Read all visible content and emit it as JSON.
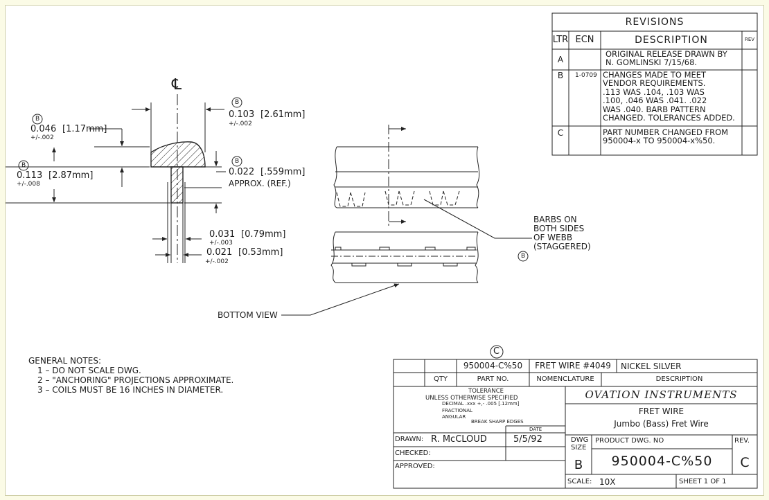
{
  "revisions": {
    "title": "REVISIONS",
    "headers": {
      "ltr": "LTR",
      "ecn": "ECN",
      "description": "DESCRIPTION",
      "rev": "REV"
    },
    "rows": [
      {
        "ltr": "A",
        "ecn": "",
        "description": "ORIGINAL RELEASE DRAWN BY\nN. GOMLINSKI 7/15/68."
      },
      {
        "ltr": "B",
        "ecn": "1-0709",
        "description": "CHANGES MADE TO MEET\nVENDOR REQUIREMENTS.\n.113 WAS .104, .103 WAS\n.100, .046 WAS .041.   .022\nWAS .040.  BARB PATTERN\nCHANGED. TOLERANCES ADDED."
      },
      {
        "ltr": "C",
        "ecn": "",
        "description": "PART NUMBER CHANGED FROM\n950004-x TO 950004-x%50."
      }
    ]
  },
  "section": {
    "centerline": "℄",
    "rev_marker": "B",
    "dims": {
      "top_width": {
        "value": "0.103",
        "metric": "[2.61mm]",
        "tol": "+/-.002"
      },
      "head_height": {
        "value": "0.046",
        "metric": "[1.17mm]",
        "tol": "+/-.002"
      },
      "total_height": {
        "value": "0.113",
        "metric": "[2.87mm]",
        "tol": "+/-.008"
      },
      "tang_thickness": {
        "value": "0.022",
        "metric": "[.559mm]",
        "note": "APPROX. (REF.)"
      },
      "barb_width": {
        "value": "0.031",
        "metric": "[0.79mm]",
        "tol": "+/-.003"
      },
      "tang_width": {
        "value": "0.021",
        "metric": "[0.53mm]",
        "tol": "+/-.002"
      }
    }
  },
  "views": {
    "barbs_note": "BARBS ON\nBOTH SIDES\nOF WEBB\n(STAGGERED)",
    "bottom_view": "BOTTOM VIEW"
  },
  "general_notes": {
    "title": "GENERAL NOTES:",
    "items": [
      "1  –  DO NOT SCALE DWG.",
      "2  –  \"ANCHORING\" PROJECTIONS APPROXIMATE.",
      "3  –  COILS MUST BE 16 INCHES IN DIAMETER."
    ]
  },
  "title_block": {
    "rev_marker": "C",
    "part_number": "950004-C%50",
    "nomenclature": "FRET WIRE #4049",
    "description": "NICKEL SILVER",
    "labels": {
      "qty": "QTY",
      "part_no": "PART NO.",
      "nomenclature": "NOMENCLATURE",
      "description": "DESCRIPTION",
      "date": "DATE",
      "drawn": "DRAWN:",
      "checked": "CHECKED:",
      "approved": "APPROVED:",
      "dwg_size": "DWG\nSIZE",
      "product_dwg_no": "PRODUCT DWG. NO",
      "rev": "REV.",
      "scale": "SCALE:",
      "sheet": "SHEET  1  OF   1"
    },
    "tolerance": {
      "title": "TOLERANCE",
      "line1": "UNLESS OTHERWISE SPECIFIED",
      "decimal": "DECIMAL  .xxx     +,- .005 [.12mm]",
      "fractional": "FRACTIONAL",
      "angular": "ANGULAR",
      "break": "BREAK SHARP EDGES"
    },
    "company": "OVATION INSTRUMENTS",
    "title1": "FRET WIRE",
    "title2": "Jumbo (Bass) Fret Wire",
    "drawn_by": "R. McCLOUD",
    "drawn_date": "5/5/92",
    "size": "B",
    "dwg_no": "950004-C%50",
    "rev": "C",
    "scale": "10X"
  }
}
